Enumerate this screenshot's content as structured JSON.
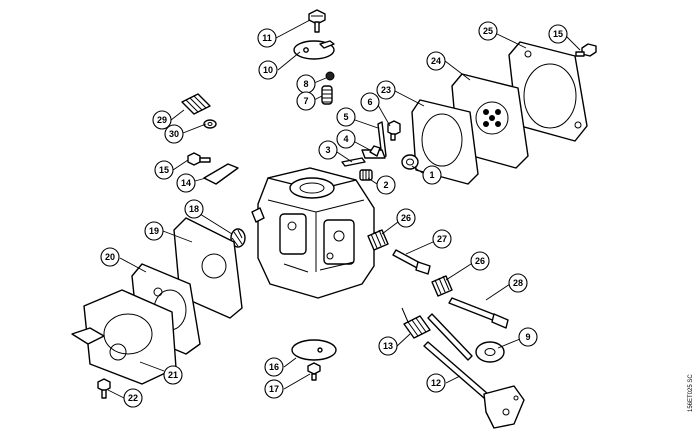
{
  "diagram": {
    "document_code": "156ET025 SC",
    "callouts": [
      {
        "id": "c11",
        "label": "11"
      },
      {
        "id": "c10",
        "label": "10"
      },
      {
        "id": "c8",
        "label": "8"
      },
      {
        "id": "c7",
        "label": "7"
      },
      {
        "id": "c25",
        "label": "25"
      },
      {
        "id": "c15a",
        "label": "15"
      },
      {
        "id": "c24",
        "label": "24"
      },
      {
        "id": "c23",
        "label": "23"
      },
      {
        "id": "c6",
        "label": "6"
      },
      {
        "id": "c5",
        "label": "5"
      },
      {
        "id": "c4",
        "label": "4"
      },
      {
        "id": "c3",
        "label": "3"
      },
      {
        "id": "c2",
        "label": "2"
      },
      {
        "id": "c1",
        "label": "1"
      },
      {
        "id": "c29",
        "label": "29"
      },
      {
        "id": "c30",
        "label": "30"
      },
      {
        "id": "c15b",
        "label": "15"
      },
      {
        "id": "c14",
        "label": "14"
      },
      {
        "id": "c18",
        "label": "18"
      },
      {
        "id": "c19",
        "label": "19"
      },
      {
        "id": "c20",
        "label": "20"
      },
      {
        "id": "c21",
        "label": "21"
      },
      {
        "id": "c22",
        "label": "22"
      },
      {
        "id": "c26a",
        "label": "26"
      },
      {
        "id": "c27",
        "label": "27"
      },
      {
        "id": "c26b",
        "label": "26"
      },
      {
        "id": "c28",
        "label": "28"
      },
      {
        "id": "c13",
        "label": "13"
      },
      {
        "id": "c9",
        "label": "9"
      },
      {
        "id": "c12",
        "label": "12"
      },
      {
        "id": "c16",
        "label": "16"
      },
      {
        "id": "c17",
        "label": "17"
      }
    ]
  }
}
